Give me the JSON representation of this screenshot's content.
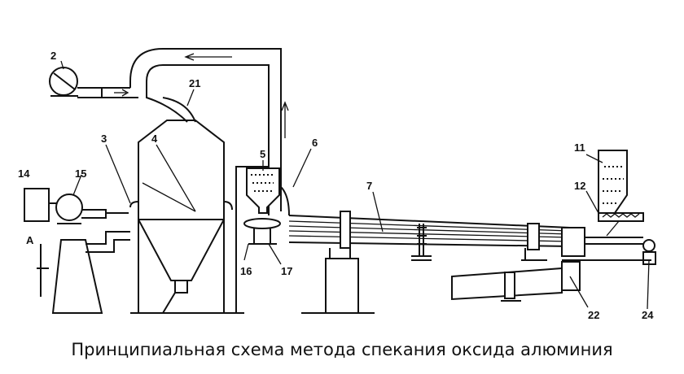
{
  "diagram": {
    "labels": {
      "l2": "2",
      "l21": "21",
      "l3": "3",
      "l4": "4",
      "l5": "5",
      "l6": "6",
      "l7": "7",
      "l11": "11",
      "l12": "12",
      "l14": "14",
      "l15": "15",
      "lA": "A",
      "l16": "16",
      "l17": "17",
      "l22": "22",
      "l24": "24"
    },
    "caption": "Принципиальная схема метода спекания оксида алюминия"
  }
}
